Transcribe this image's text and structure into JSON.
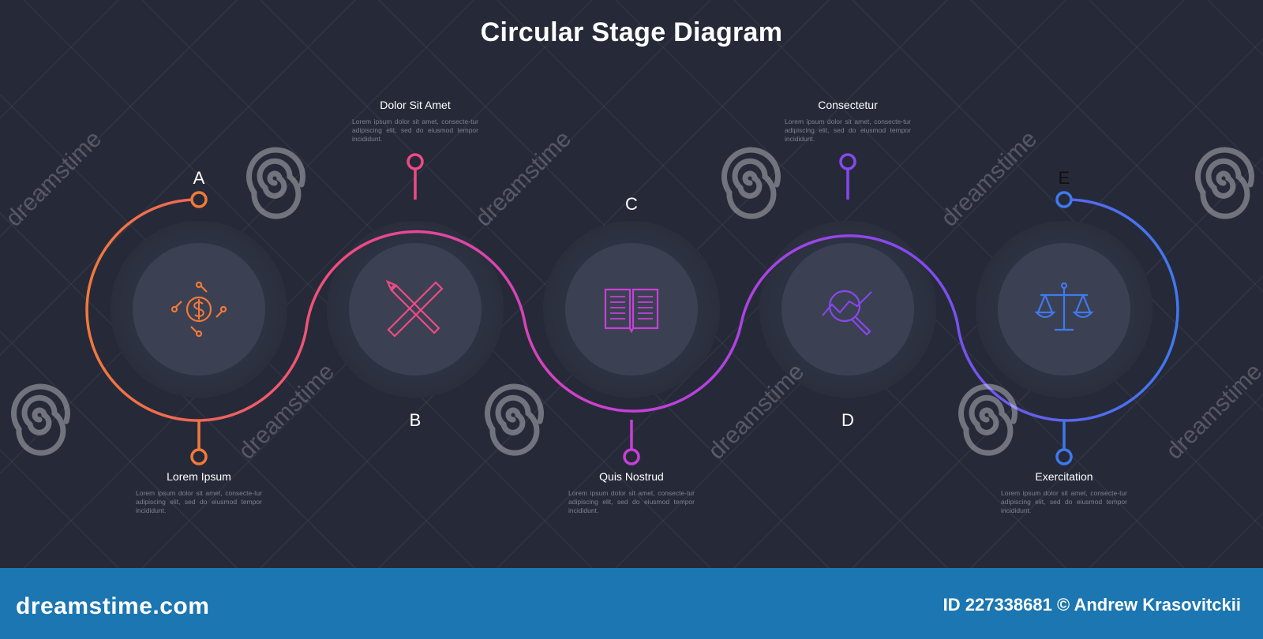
{
  "title": "Circular Stage Diagram",
  "stages": [
    {
      "letter": "A",
      "heading": "Lorem Ipsum",
      "description": "Lorem ipsum dolor sit amet, consecte-tur adipiscing elit, sed do eiusmod tempor incididunt.",
      "color": "#f2793a",
      "icon": "dollar-coin-icon"
    },
    {
      "letter": "B",
      "heading": "Dolor Sit Amet",
      "description": "Lorem ipsum dolor sit amet, consecte-tur adipiscing elit, sed do eiusmod tempor incididunt.",
      "color": "#ef4a86",
      "icon": "ruler-pencil-icon"
    },
    {
      "letter": "C",
      "heading": "Quis Nostrud",
      "description": "Lorem ipsum dolor sit amet, consecte-tur adipiscing elit, sed do eiusmod tempor incididunt.",
      "color": "#c640d8",
      "icon": "open-book-icon"
    },
    {
      "letter": "D",
      "heading": "Consectetur",
      "description": "Lorem ipsum dolor sit amet, consecte-tur adipiscing elit, sed do eiusmod tempor incididunt.",
      "color": "#8648ef",
      "icon": "magnifier-chart-icon"
    },
    {
      "letter": "E",
      "heading": "Exercitation",
      "description": "Lorem ipsum dolor sit amet, consecte-tur adipiscing elit, sed do eiusmod tempor incididunt.",
      "color": "#3f79ef",
      "icon": "scales-icon"
    }
  ],
  "watermark": {
    "text": "dreamstime"
  },
  "footer": {
    "logo": "dreamstime.com",
    "credit": "ID 227338681 © Andrew Krasovitckii"
  }
}
